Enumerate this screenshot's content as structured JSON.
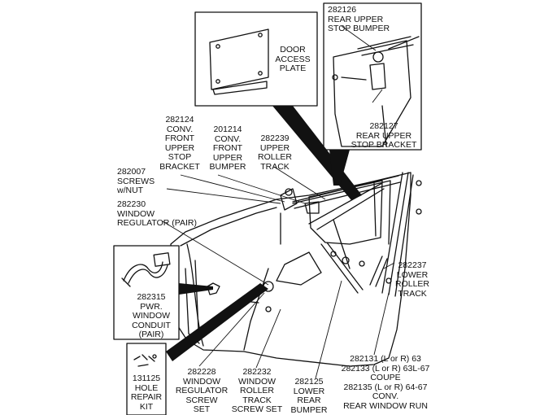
{
  "diagram": {
    "colors": {
      "ink": "#111111",
      "paper": "#ffffff"
    },
    "callouts": {
      "door_access_plate": "DOOR\nACCESS\nPLATE",
      "rear_upper_stop_bumper": "282126\nREAR UPPER\nSTOP BUMPER",
      "rear_upper_stop_bracket": "282127\nREAR UPPER\nSTOP BRACKET",
      "conv_front_upper_stop_bracket": "282124\nCONV.\nFRONT\nUPPER\nSTOP\nBRACKET",
      "conv_front_upper_bumper": "201214\nCONV.\nFRONT\nUPPER\nBUMPER",
      "upper_roller_track": "282239\nUPPER\nROLLER\nTRACK",
      "screws_w_nut": "282007\nSCREWS\nw/NUT",
      "window_regulator_pair": "282230\nWINDOW\nREGULATOR (PAIR)",
      "pwr_window_conduit": "282315\nPWR.\nWINDOW\nCONDUIT\n(PAIR)",
      "lower_roller_track": "282237\nLOWER\nROLLER\nTRACK",
      "hole_repair_kit": "131125\nHOLE\nREPAIR\nKIT",
      "window_regulator_screw_set": "282228\nWINDOW\nREGULATOR\nSCREW\nSET",
      "window_roller_track_screw_set": "282232\nWINDOW\nROLLER\nTRACK\nSCREW SET",
      "lower_rear_bumper": "282125\nLOWER\nREAR\nBUMPER",
      "conv_rear_window_run": "282131 (L or R) 63\n282133 (L or R) 63L-67\nCOUPE\n282135 (L or R) 64-67\nCONV.\nREAR WINDOW RUN"
    }
  }
}
